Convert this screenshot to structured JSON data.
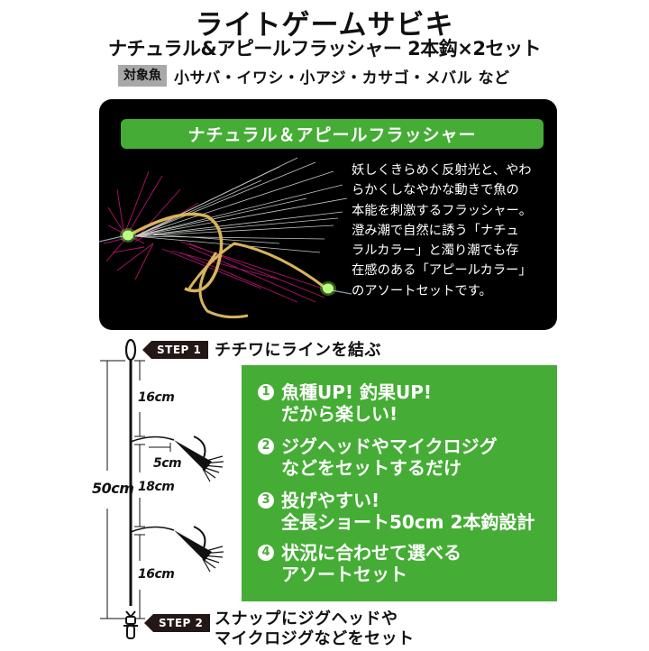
{
  "header": {
    "title": "ライトゲームサビキ",
    "subtitle": "ナチュラル&アピールフラッシャー 2本鈎×2セット",
    "target_label": "対象魚",
    "target_fish": "小サバ・イワシ・小アジ・カサゴ・メバル など"
  },
  "panel": {
    "bar_title": "ナチュラル＆アピールフラッシャー",
    "description": "妖しくきらめく反射光と、やわ\nらかくしなやかな動きで魚の\n本能を刺激するフラッシャー。\n澄み潮で自然に誘う「ナチュ\nラルカラー」と濁り潮でも存\n在感のある「アピールカラー」\nのアソートセットです。",
    "image_icons": [
      "flasher-hook-icon",
      "glow-bead-icon"
    ]
  },
  "rig": {
    "total_length": "50cm",
    "segment_top": "16cm",
    "segment_middle": "18cm",
    "segment_bottom": "16cm",
    "branch_length": "5cm",
    "icons": [
      "swivel-loop-icon",
      "snap-icon",
      "hook-flasher-icon"
    ]
  },
  "steps": [
    {
      "badge": "STEP 1",
      "text": "チチワにラインを結ぶ"
    },
    {
      "badge": "STEP 2",
      "text": "スナップにジグヘッドや\nマイクロジグなどをセット"
    }
  ],
  "features": [
    {
      "num": "1",
      "text": "魚種UP! 釣果UP!\nだから楽しい!"
    },
    {
      "num": "2",
      "text": "ジグヘッドやマイクロジグ\nなどをセットするだけ"
    },
    {
      "num": "3",
      "text": "投げやすい!\n全長ショート50cm 2本鈎設計"
    },
    {
      "num": "4",
      "text": "状況に合わせて選べる\nアソートセット"
    }
  ],
  "colors": {
    "accent_green": "#45ad35",
    "panel_black": "#000000",
    "badge_dark": "#231815",
    "label_gray": "#a8a8a8",
    "flasher_pink": "#d0147a",
    "bead_glow": "#9cff5a",
    "hook_gold": "#d8b45a"
  }
}
